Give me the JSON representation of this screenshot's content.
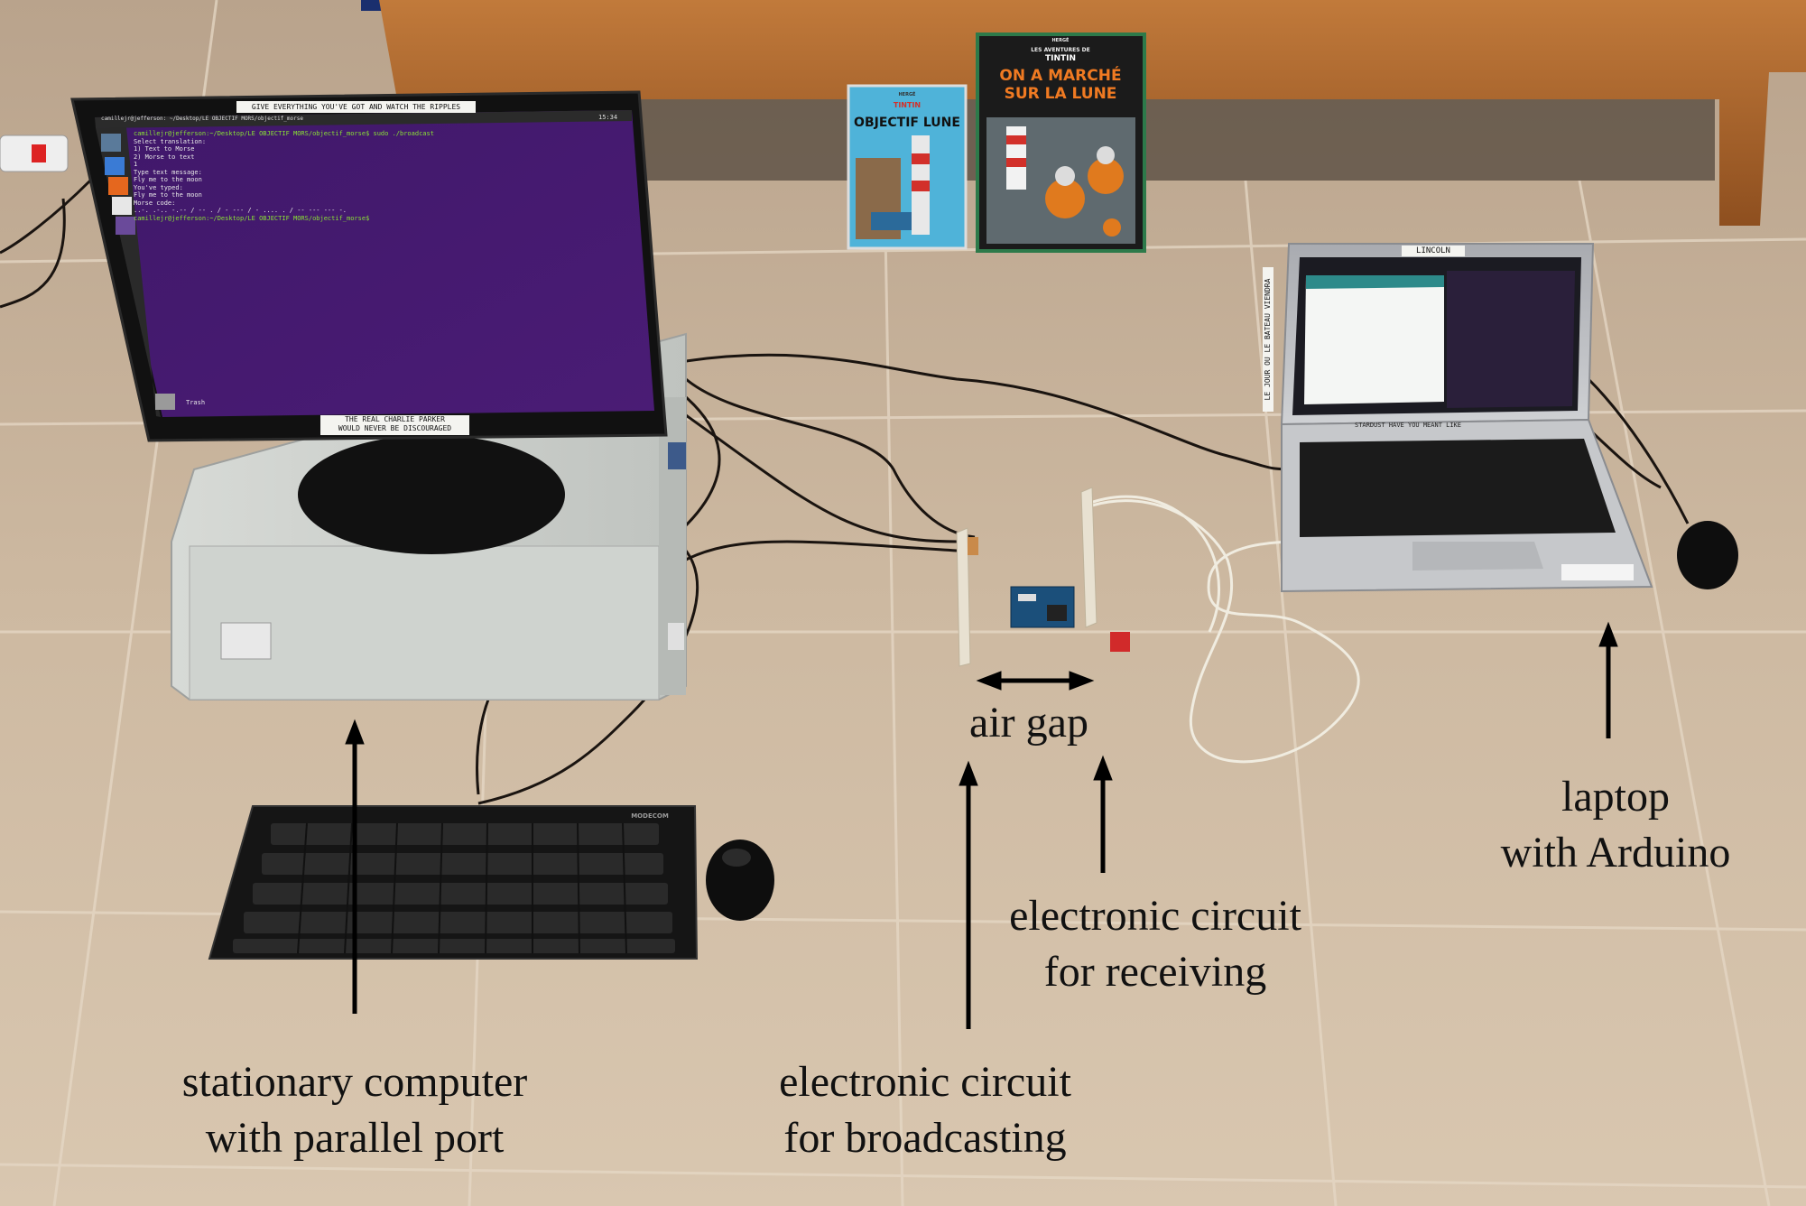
{
  "monitor": {
    "top_sticker": "GIVE EVERYTHING YOU'VE GOT AND WATCH THE RIPPLES",
    "bottom_sticker_line1": "THE REAL CHARLIE PARKER",
    "bottom_sticker_line2": "WOULD NEVER BE DISCOURAGED",
    "terminal_title": "camillejr@jefferson: ~/Desktop/LE OBJECTIF MORS/objectif_morse",
    "clock": "15:34",
    "terminal_lines": [
      "camillejr@jefferson:~/Desktop/LE OBJECTIF MORS/objectif_morse$ sudo ./broadcast",
      "Select translation:",
      "1) Text to Morse",
      "2) Morse to text",
      "1",
      "Type text message:",
      "Fly me to the moon",
      "You've typed:",
      "Fly me to the moon",
      "Morse code:",
      "..-. .-.. -.-- / -- . / - --- / - .... . / -- --- --- -.",
      "camillejr@jefferson:~/Desktop/LE OBJECTIF MORS/objectif_morse$ "
    ],
    "trash_label": "Trash"
  },
  "books": {
    "left": {
      "author": "HERGÉ",
      "series": "TINTIN",
      "title": "OBJECTIF LUNE"
    },
    "right": {
      "author": "HERGÉ",
      "series_line": "LES AVENTURES DE",
      "series": "TINTIN",
      "title_line1": "ON A MARCHÉ",
      "title_line2": "SUR LA LUNE"
    }
  },
  "keyboard_brand": "MODECOM",
  "laptop": {
    "top_sticker": "LINCOLN",
    "side_sticker": "LE JOUR OU LE BATEAU VIENDRA",
    "bottom_sticker": "STARDUST HAVE YOU MEANT LIKE"
  },
  "labels": {
    "stationary_line1": "stationary computer",
    "stationary_line2": "with parallel port",
    "broadcasting_line1": "electronic circuit",
    "broadcasting_line2": "for broadcasting",
    "receiving_line1": "electronic circuit",
    "receiving_line2": "for receiving",
    "air_gap": "air gap",
    "laptop_line1": "laptop",
    "laptop_line2": "with Arduino"
  },
  "colors": {
    "terminal_bg": "#3b1760",
    "floor": "#cdb8a0",
    "label_text": "#111111"
  }
}
